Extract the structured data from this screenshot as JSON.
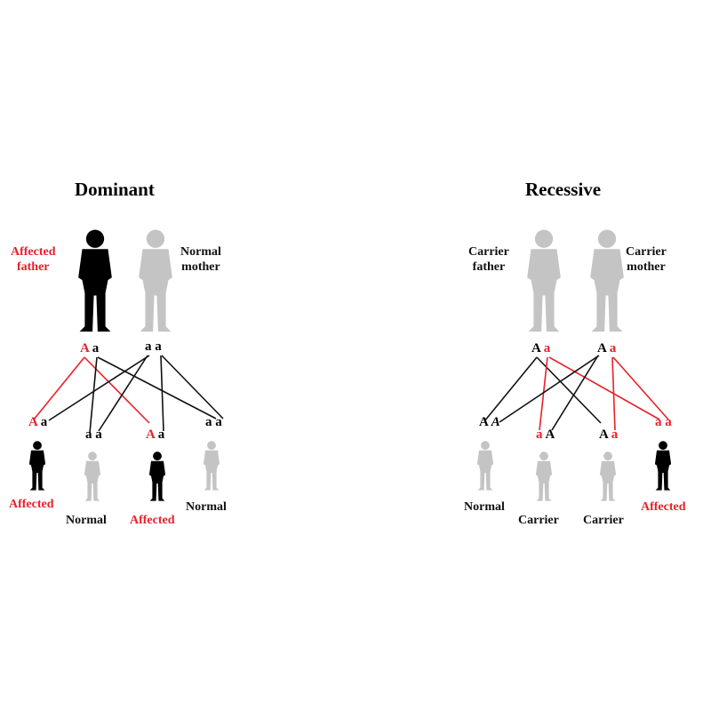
{
  "dominant": {
    "title": "Dominant",
    "father_label": [
      "Affected",
      "father"
    ],
    "mother_label": [
      "Normal",
      "mother"
    ],
    "father_genotype": [
      "A",
      "a"
    ],
    "mother_genotype": [
      "a",
      "a"
    ],
    "children": [
      {
        "genotype": [
          "A",
          "a"
        ],
        "label": "Affected",
        "affected": true
      },
      {
        "genotype": [
          "a",
          "a"
        ],
        "label": "Normal",
        "affected": false
      },
      {
        "genotype": [
          "A",
          "a"
        ],
        "label": "Affected",
        "affected": true
      },
      {
        "genotype": [
          "a",
          "a"
        ],
        "label": "Normal",
        "affected": false
      }
    ]
  },
  "recessive": {
    "title": "Recessive",
    "father_label": [
      "Carrier",
      "father"
    ],
    "mother_label": [
      "Carrier",
      "mother"
    ],
    "father_genotype": [
      "A",
      "a"
    ],
    "mother_genotype": [
      "A",
      "a"
    ],
    "children": [
      {
        "genotype": [
          "A",
          "A"
        ],
        "label": "Normal",
        "affected": false
      },
      {
        "genotype": [
          "a",
          "A"
        ],
        "label": "Carrier",
        "affected": false
      },
      {
        "genotype": [
          "A",
          "a"
        ],
        "label": "Carrier",
        "affected": false
      },
      {
        "genotype": [
          "a",
          "a"
        ],
        "label": "Affected",
        "affected": true
      }
    ]
  },
  "colors": {
    "affected": "#e8202a",
    "normal_figure": "#c4c4c4",
    "affected_figure": "#000000"
  }
}
